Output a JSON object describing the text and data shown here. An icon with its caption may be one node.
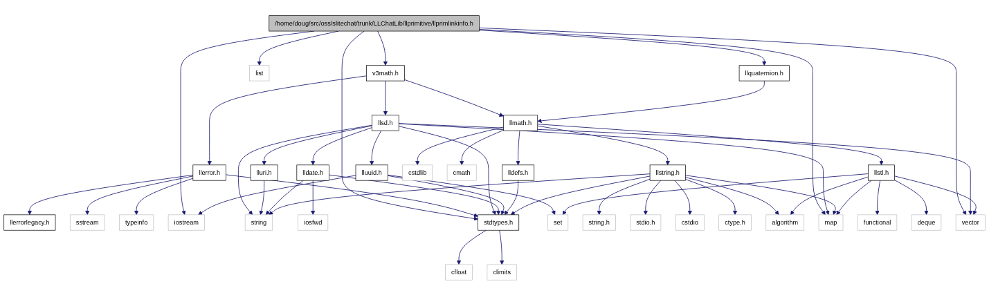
{
  "diagram": {
    "nodes": [
      {
        "text": [
          "/home/doug/src/oss/slitechat/trunk/LLChatLib/llprimitive/llprimlinkinfo.h"
        ]
      },
      {
        "text": [
          "v3math.h"
        ]
      },
      {
        "text": [
          "list"
        ]
      },
      {
        "text": [
          "llquaternion.h"
        ]
      },
      {
        "text": [
          "llerror.h"
        ]
      },
      {
        "text": [
          "llsd.h"
        ]
      },
      {
        "text": [
          "llmath.h"
        ]
      },
      {
        "text": [
          "llerrorlegacy.h"
        ]
      },
      {
        "text": [
          "sstream"
        ]
      },
      {
        "text": [
          "typeinfo"
        ]
      },
      {
        "text": [
          "lluri.h"
        ]
      },
      {
        "text": [
          "lldate.h"
        ]
      },
      {
        "text": [
          "lluuid.h"
        ]
      },
      {
        "text": [
          "lldefs.h"
        ]
      },
      {
        "text": [
          "llstring.h"
        ]
      },
      {
        "text": [
          "llstl.h"
        ]
      },
      {
        "text": [
          "cstdlib"
        ]
      },
      {
        "text": [
          "cmath"
        ]
      },
      {
        "text": [
          "iostream"
        ]
      },
      {
        "text": [
          "string"
        ]
      },
      {
        "text": [
          "iosfwd"
        ]
      },
      {
        "text": [
          "stdtypes.h"
        ]
      },
      {
        "text": [
          "set"
        ]
      },
      {
        "text": [
          "string.h"
        ]
      },
      {
        "text": [
          "stdio.h"
        ]
      },
      {
        "text": [
          "cstdio"
        ]
      },
      {
        "text": [
          "ctype.h"
        ]
      },
      {
        "text": [
          "algorithm"
        ]
      },
      {
        "text": [
          "map"
        ]
      },
      {
        "text": [
          "functional"
        ]
      },
      {
        "text": [
          "deque"
        ]
      },
      {
        "text": [
          "vector"
        ]
      },
      {
        "text": [
          "cfloat"
        ]
      },
      {
        "text": [
          "climits"
        ]
      }
    ],
    "edges": [
      {
        "from": 0,
        "to": 18,
        "arrow": "to"
      },
      {
        "from": 0,
        "to": 1,
        "arrow": "to"
      },
      {
        "from": 0,
        "to": 2,
        "arrow": "to"
      },
      {
        "from": 0,
        "to": 21,
        "arrow": "to"
      },
      {
        "from": 0,
        "to": 28,
        "arrow": "to"
      },
      {
        "from": 0,
        "to": 3,
        "arrow": "to"
      },
      {
        "from": 0,
        "to": 31,
        "arrow": "to"
      },
      {
        "from": 1,
        "to": 4,
        "arrow": "to"
      },
      {
        "from": 1,
        "to": 5,
        "arrow": "to"
      },
      {
        "from": 1,
        "to": 6,
        "arrow": "to"
      },
      {
        "from": 3,
        "to": 6,
        "arrow": "to"
      },
      {
        "from": 4,
        "to": 7,
        "arrow": "to"
      },
      {
        "from": 4,
        "to": 8,
        "arrow": "to"
      },
      {
        "from": 4,
        "to": 9,
        "arrow": "to"
      },
      {
        "from": 4,
        "to": 21,
        "arrow": "to"
      },
      {
        "from": 5,
        "to": 19,
        "arrow": "to"
      },
      {
        "from": 5,
        "to": 10,
        "arrow": "to"
      },
      {
        "from": 5,
        "to": 11,
        "arrow": "to"
      },
      {
        "from": 5,
        "to": 12,
        "arrow": "to"
      },
      {
        "from": 5,
        "to": 21,
        "arrow": "to"
      },
      {
        "from": 5,
        "to": 28,
        "arrow": "to"
      },
      {
        "from": 5,
        "to": 31,
        "arrow": "to"
      },
      {
        "from": 6,
        "to": 13,
        "arrow": "to"
      },
      {
        "from": 6,
        "to": 14,
        "arrow": "to"
      },
      {
        "from": 6,
        "to": 15,
        "arrow": "to"
      },
      {
        "from": 6,
        "to": 16,
        "arrow": "to"
      },
      {
        "from": 6,
        "to": 17,
        "arrow": "to"
      },
      {
        "from": 10,
        "to": 19,
        "arrow": "to"
      },
      {
        "from": 11,
        "to": 19,
        "arrow": "to"
      },
      {
        "from": 11,
        "to": 20,
        "arrow": "to"
      },
      {
        "from": 11,
        "to": 21,
        "arrow": "to"
      },
      {
        "from": 12,
        "to": 18,
        "arrow": "to"
      },
      {
        "from": 12,
        "to": 21,
        "arrow": "to"
      },
      {
        "from": 12,
        "to": 22,
        "arrow": "to"
      },
      {
        "from": 13,
        "to": 21,
        "arrow": "to"
      },
      {
        "from": 14,
        "to": 19,
        "arrow": "to"
      },
      {
        "from": 14,
        "to": 21,
        "arrow": "to"
      },
      {
        "from": 14,
        "to": 23,
        "arrow": "to"
      },
      {
        "from": 14,
        "to": 24,
        "arrow": "to"
      },
      {
        "from": 14,
        "to": 25,
        "arrow": "to"
      },
      {
        "from": 14,
        "to": 26,
        "arrow": "to"
      },
      {
        "from": 14,
        "to": 27,
        "arrow": "to"
      },
      {
        "from": 14,
        "to": 28,
        "arrow": "to"
      },
      {
        "from": 15,
        "to": 22,
        "arrow": "to"
      },
      {
        "from": 15,
        "to": 27,
        "arrow": "to"
      },
      {
        "from": 15,
        "to": 28,
        "arrow": "to"
      },
      {
        "from": 15,
        "to": 29,
        "arrow": "to"
      },
      {
        "from": 15,
        "to": 30,
        "arrow": "to"
      },
      {
        "from": 15,
        "to": 31,
        "arrow": "to"
      },
      {
        "from": 21,
        "to": 32,
        "arrow": "to"
      },
      {
        "from": 21,
        "to": 33,
        "arrow": "to"
      }
    ]
  }
}
